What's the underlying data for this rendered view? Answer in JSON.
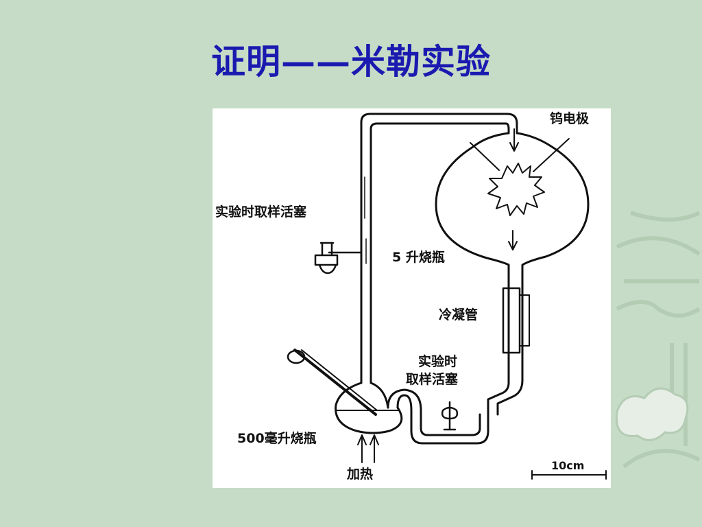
{
  "slide": {
    "title": "证明——米勒实验"
  },
  "diagram": {
    "labels": {
      "electrode": "钨电极",
      "sample_valve_top": "实验时取样活塞",
      "flask_large": "5 升烧瓶",
      "condenser": "冷凝管",
      "sample_valve_bottom_line1": "实验时",
      "sample_valve_bottom_line2": "取样活塞",
      "flask_small": "500毫升烧瓶",
      "heat": "加热",
      "scale": "10cm"
    }
  },
  "colors": {
    "background": "#c6dcc6",
    "title": "#1a1ab0",
    "line": "#111111"
  }
}
